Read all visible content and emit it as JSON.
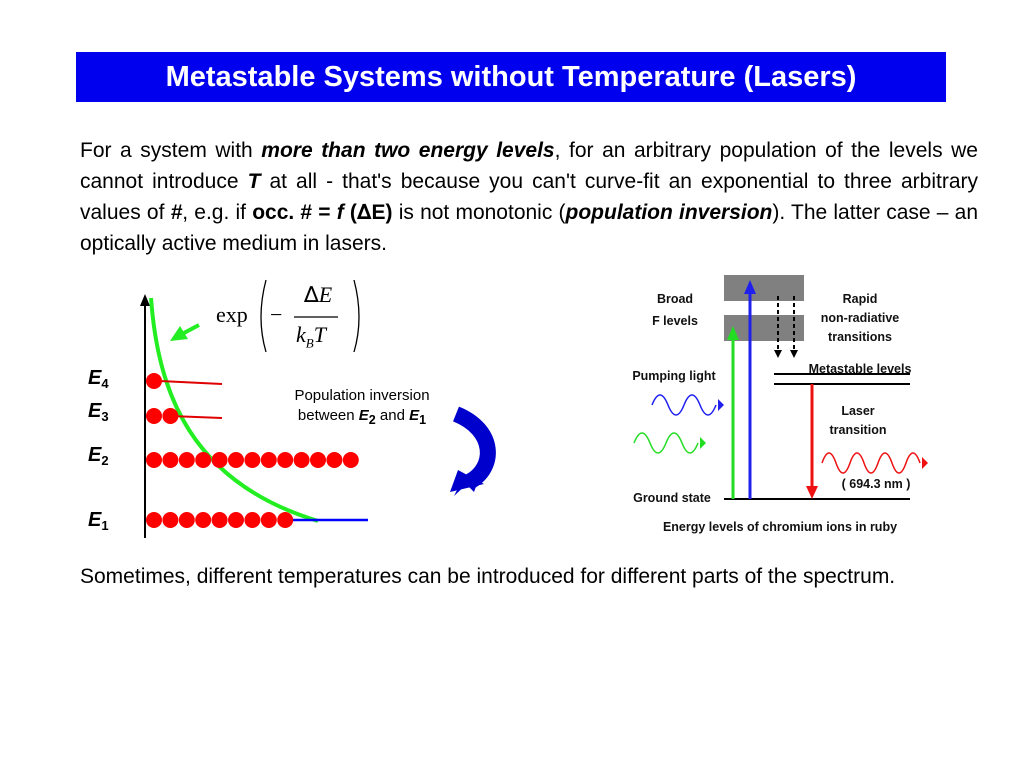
{
  "title": "Metastable Systems without Temperature (Lasers)",
  "para1": {
    "t1": "For a system with ",
    "b1": "more than two energy levels",
    "t2": ", for an arbitrary population of the levels we cannot introduce ",
    "b2": "T",
    "t3": " at all - that's because you can't curve-fit an exponential to three arbitrary values of ",
    "b3": "#",
    "t4": ", e.g. if ",
    "b4a": "occ. # = ",
    "b4b": "f",
    "b4c": " (",
    "b4d": "∆",
    "b4e": "E)",
    "t5": " is not monotonic (",
    "b5": "population inversion",
    "t6": ").  The latter case – an optically active medium in lasers."
  },
  "para2": "Sometimes, different temperatures can be introduced for different parts of the spectrum.",
  "left_diagram": {
    "levels": [
      {
        "sym": "E",
        "sub": "4"
      },
      {
        "sym": "E",
        "sub": "3"
      },
      {
        "sym": "E",
        "sub": "2"
      },
      {
        "sym": "E",
        "sub": "1"
      }
    ],
    "occupancy": {
      "E4": 1,
      "E3": 2,
      "E2": 13,
      "E1": 9
    },
    "formula": {
      "exp": "exp",
      "minus": "−",
      "num_delta": "∆",
      "num_E": "E",
      "den_k": "k",
      "den_B": "B",
      "den_T": "T"
    },
    "inversion_label": {
      "line1": "Population inversion",
      "between": "between ",
      "e2_sym": "E",
      "e2_sub": "2",
      "and": " and ",
      "e1_sym": "E",
      "e1_sub": "1"
    },
    "colors": {
      "dot": "#ff0000",
      "curve": "#22ee22",
      "e1_line": "#0000ff",
      "arrow": "#0000cc",
      "level_line": "#e00000"
    }
  },
  "right_diagram": {
    "broad": [
      "Broad",
      "F levels"
    ],
    "rapid": [
      "Rapid",
      "non-radiative",
      "transitions"
    ],
    "metastable": "Metastable levels",
    "pumping": "Pumping light",
    "laser": [
      "Laser",
      "transition"
    ],
    "wavelength": "( 694.3 nm )",
    "ground": "Ground state",
    "caption": "Energy levels of chromium ions in ruby",
    "colors": {
      "band": "#808080",
      "pump_blue": "#2020ee",
      "pump_green": "#22dd22",
      "laser_red": "#ee1111"
    }
  }
}
